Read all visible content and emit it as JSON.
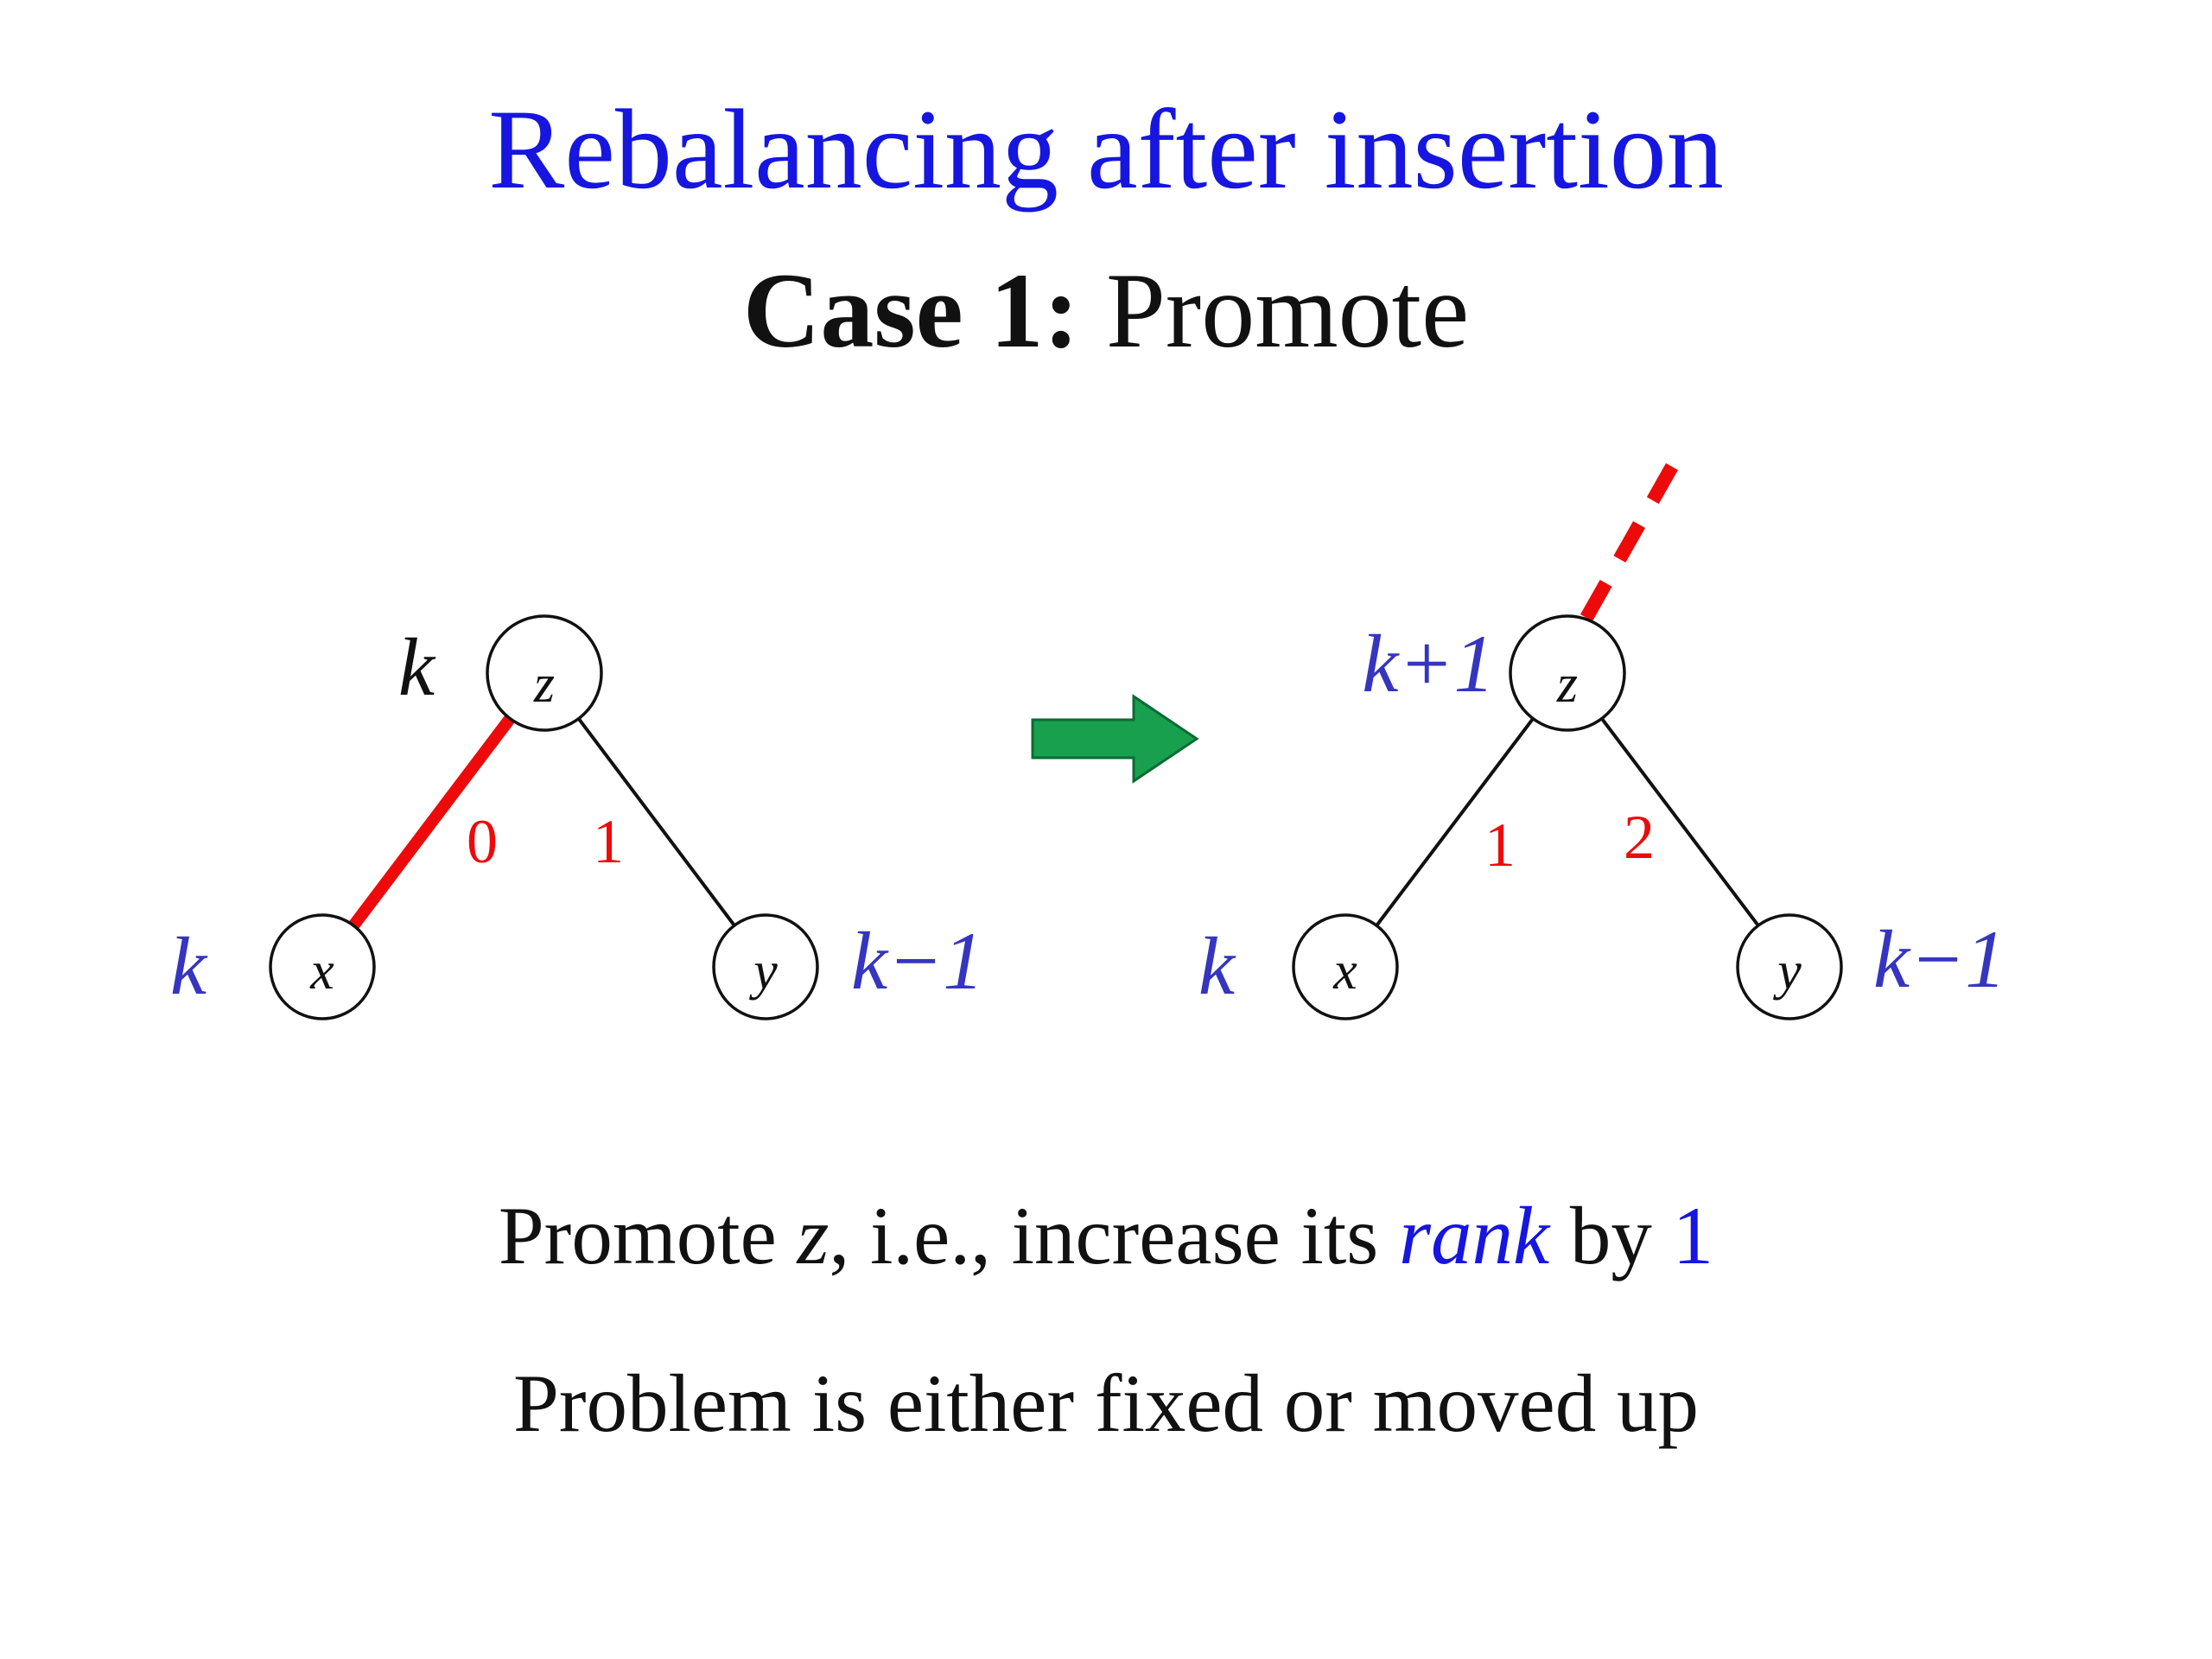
{
  "title": "Rebalancing after insertion",
  "subtitle": {
    "bold": "Case 1:",
    "rest": " Promote"
  },
  "colors": {
    "title_blue": "#1616e0",
    "rank_blue": "#3535c0",
    "edge_red": "#ee0a0a",
    "arrow_green": "#18a04e",
    "text_black": "#111111"
  },
  "icons": {
    "arrow": "right-arrow"
  },
  "left_tree": {
    "root_label": "z",
    "root_rank": "k",
    "left_child_label": "x",
    "left_child_rank": "k",
    "right_child_label": "y",
    "right_child_rank": "k−1",
    "left_edge_diff": "0",
    "right_edge_diff": "1"
  },
  "right_tree": {
    "root_label": "z",
    "root_rank": "k+1",
    "left_child_label": "x",
    "left_child_rank": "k",
    "right_child_label": "y",
    "right_child_rank": "k−1",
    "left_edge_diff": "1",
    "right_edge_diff": "2"
  },
  "caption": {
    "line1": [
      {
        "text": "Promote ",
        "style": "plain"
      },
      {
        "text": "z",
        "style": "italic"
      },
      {
        "text": ", i.e., increase its ",
        "style": "plain"
      },
      {
        "text": "rank",
        "style": "blue-italic"
      },
      {
        "text": " by ",
        "style": "plain"
      },
      {
        "text": "1",
        "style": "blue"
      }
    ],
    "line2": "Problem is either fixed or moved up"
  }
}
